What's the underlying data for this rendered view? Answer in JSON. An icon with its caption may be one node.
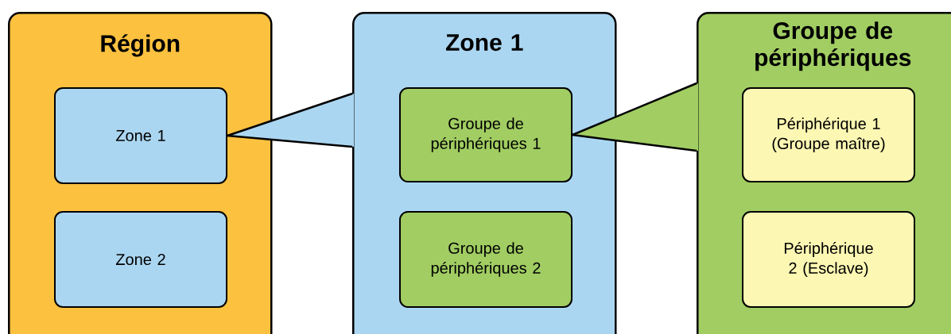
{
  "diagram": {
    "nodes": [
      {
        "text": [
          "Région"
        ]
      },
      {
        "text": [
          "Zone 1"
        ],
        "in": 0
      },
      {
        "text": [
          "Zone 2"
        ],
        "in": 0
      },
      {
        "text": [
          "Zone 1"
        ]
      },
      {
        "text": [
          "Groupe de périphériques 1"
        ],
        "in": 3
      },
      {
        "text": [
          "Groupe de périphériques 2"
        ],
        "in": 3
      },
      {
        "text": [
          "Groupe de périphériques"
        ]
      },
      {
        "text": [
          "Périphérique 1 (Groupe maître)"
        ],
        "in": 6
      },
      {
        "text": [
          "Périphérique 2 (Esclave)"
        ],
        "in": 6
      }
    ],
    "edges": [
      {
        "from": 3,
        "to": 1,
        "arrow": "none"
      },
      {
        "from": 6,
        "to": 4,
        "arrow": "none"
      }
    ]
  }
}
